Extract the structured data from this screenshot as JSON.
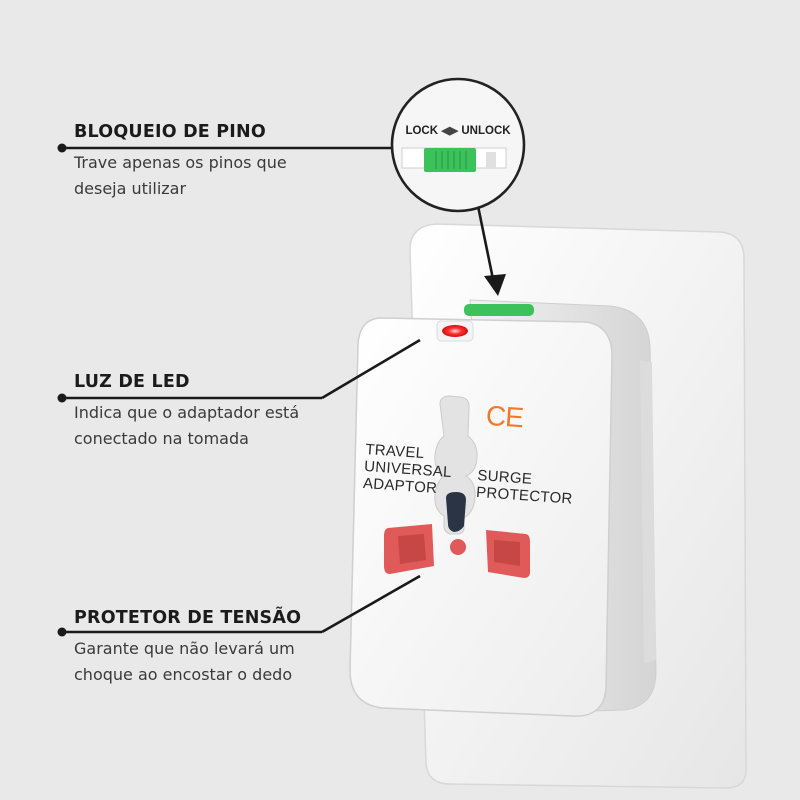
{
  "callouts": {
    "lock": {
      "title": "BLOQUEIO DE PINO",
      "desc_line1": "Trave apenas os pinos que",
      "desc_line2": "deseja utilizar"
    },
    "led": {
      "title": "LUZ DE LED",
      "desc_line1": "Indica que o adaptador está",
      "desc_line2": "conectado na tomada"
    },
    "surge": {
      "title": "PROTETOR DE TENSÃO",
      "desc_line1": "Garante que não levará um",
      "desc_line2": "choque ao encostar o dedo"
    }
  },
  "zoom": {
    "lock": "LOCK",
    "arrows": "◀▶",
    "unlock": "UNLOCK"
  },
  "device": {
    "left_line1": "TRAVEL",
    "left_line2": "UNIVERSAL",
    "left_line3": "ADAPTOR",
    "right_line1": "SURGE",
    "right_line2": "PROTECTOR",
    "ce_mark": "CE"
  },
  "colors": {
    "background": "#e9e9e9",
    "slider_green": "#3cc25a",
    "socket_red": "#e05a5a",
    "led_red": "#ff2a2a",
    "ce_orange": "#f07a2b"
  }
}
